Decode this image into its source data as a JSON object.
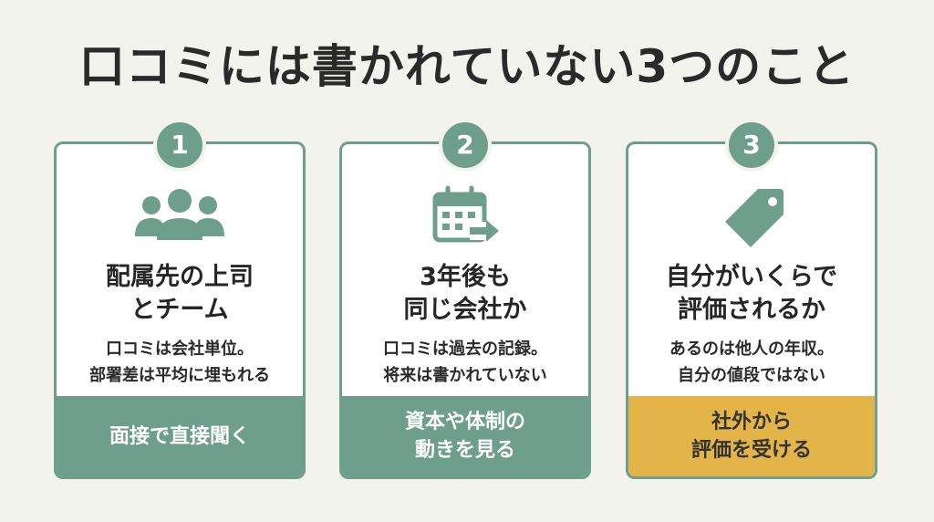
{
  "title": "口コミには書かれていない3つのこと",
  "colors": {
    "accent_green": "#6e9e8c",
    "accent_gold": "#e3b548",
    "background": "#f3f3ee"
  },
  "cards": [
    {
      "number": "1",
      "icon": "people-group-icon",
      "heading_lines": [
        "配属先の上司",
        "とチーム"
      ],
      "desc_lines": [
        "口コミは会社単位。",
        "部署差は平均に埋もれる"
      ],
      "action_lines": [
        "面接で直接聞く"
      ],
      "action_color": "#6e9e8c"
    },
    {
      "number": "2",
      "icon": "calendar-arrow-icon",
      "heading_lines": [
        "3年後も",
        "同じ会社か"
      ],
      "desc_lines": [
        "口コミは過去の記録。",
        "将来は書かれていない"
      ],
      "action_lines": [
        "資本や体制の",
        "動きを見る"
      ],
      "action_color": "#6e9e8c"
    },
    {
      "number": "3",
      "icon": "price-tag-icon",
      "heading_lines": [
        "自分がいくらで",
        "評価されるか"
      ],
      "desc_lines": [
        "あるのは他人の年収。",
        "自分の値段ではない"
      ],
      "action_lines": [
        "社外から",
        "評価を受ける"
      ],
      "action_color": "#e3b548"
    }
  ]
}
